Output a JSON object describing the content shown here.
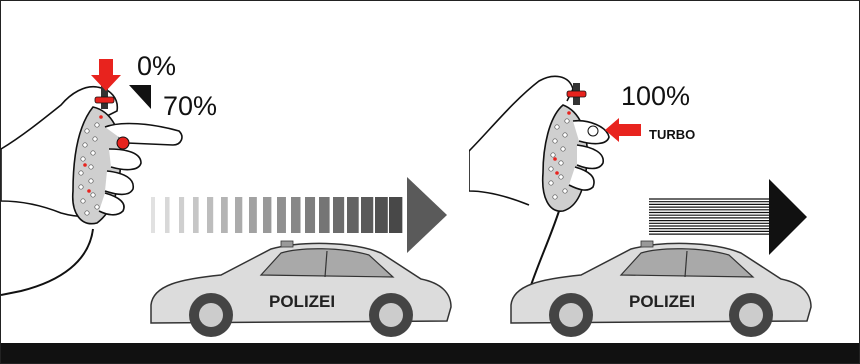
{
  "left": {
    "top_value": "0%",
    "bottom_value": "70%"
  },
  "right": {
    "value": "100%",
    "badge": "TURBO"
  },
  "car_label": "POLIZEI",
  "colors": {
    "accent": "#e8231e",
    "track": "#111111",
    "controller": "#cfcfcf",
    "arrow": "#5a5a5a"
  },
  "icons": [
    "hand-icon",
    "controller-icon",
    "arrow-right-icon",
    "police-car-icon"
  ]
}
